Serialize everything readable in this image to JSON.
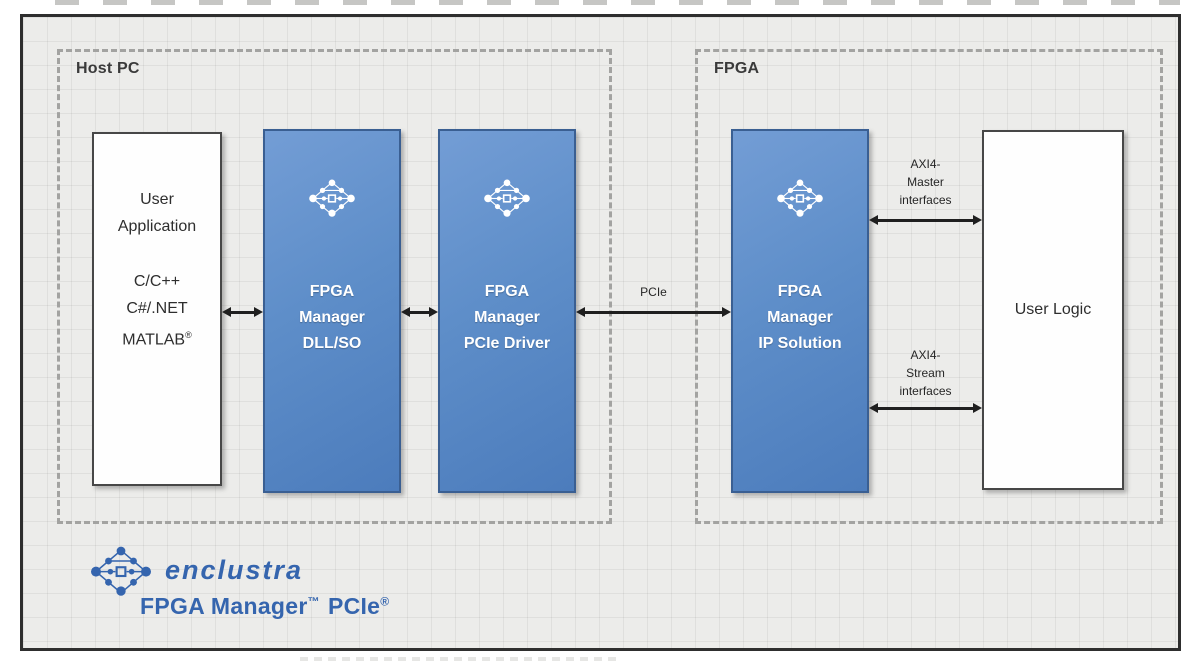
{
  "diagram": {
    "groups": {
      "host_pc": {
        "label": "Host PC"
      },
      "fpga": {
        "label": "FPGA"
      }
    },
    "blocks": {
      "user_application": {
        "line1": "User",
        "line2": "Application",
        "lang1": "C/C++",
        "lang2": "C#/.NET",
        "lang3": "MATLAB",
        "lang3_sup": "®"
      },
      "fpga_manager_dll": {
        "line1": "FPGA",
        "line2": "Manager",
        "line3": "DLL/SO"
      },
      "fpga_manager_pcie_driver": {
        "line1": "FPGA",
        "line2": "Manager",
        "line3": "PCIe Driver"
      },
      "fpga_manager_ip_solution": {
        "line1": "FPGA",
        "line2": "Manager",
        "line3": "IP Solution"
      },
      "user_logic": {
        "label": "User Logic"
      }
    },
    "connections": {
      "pcie": {
        "label": "PCIe"
      },
      "axi4_master": {
        "line1": "AXI4-",
        "line2": "Master",
        "line3": "interfaces"
      },
      "axi4_stream": {
        "line1": "AXI4-",
        "line2": "Stream",
        "line3": "interfaces"
      }
    },
    "branding": {
      "company": "enclustra",
      "product": "FPGA Manager",
      "trademark": "™",
      "product_suffix": "PCIe",
      "registered": "®"
    },
    "icons": {
      "block_icon": "enclustra-cluster-icon",
      "logo_icon": "enclustra-cluster-icon"
    },
    "colors": {
      "block_blue": "#5e8ec9",
      "block_blue_dark": "#4c7cbc",
      "block_blue_light": "#739dd5",
      "block_border_blue": "#3a5f92",
      "brand_blue": "#3565ae",
      "canvas_bg": "#ececea",
      "dashed_border": "#a3a3a1",
      "arrow": "#1f1f1f",
      "text_dark": "#2e2e2e"
    }
  }
}
